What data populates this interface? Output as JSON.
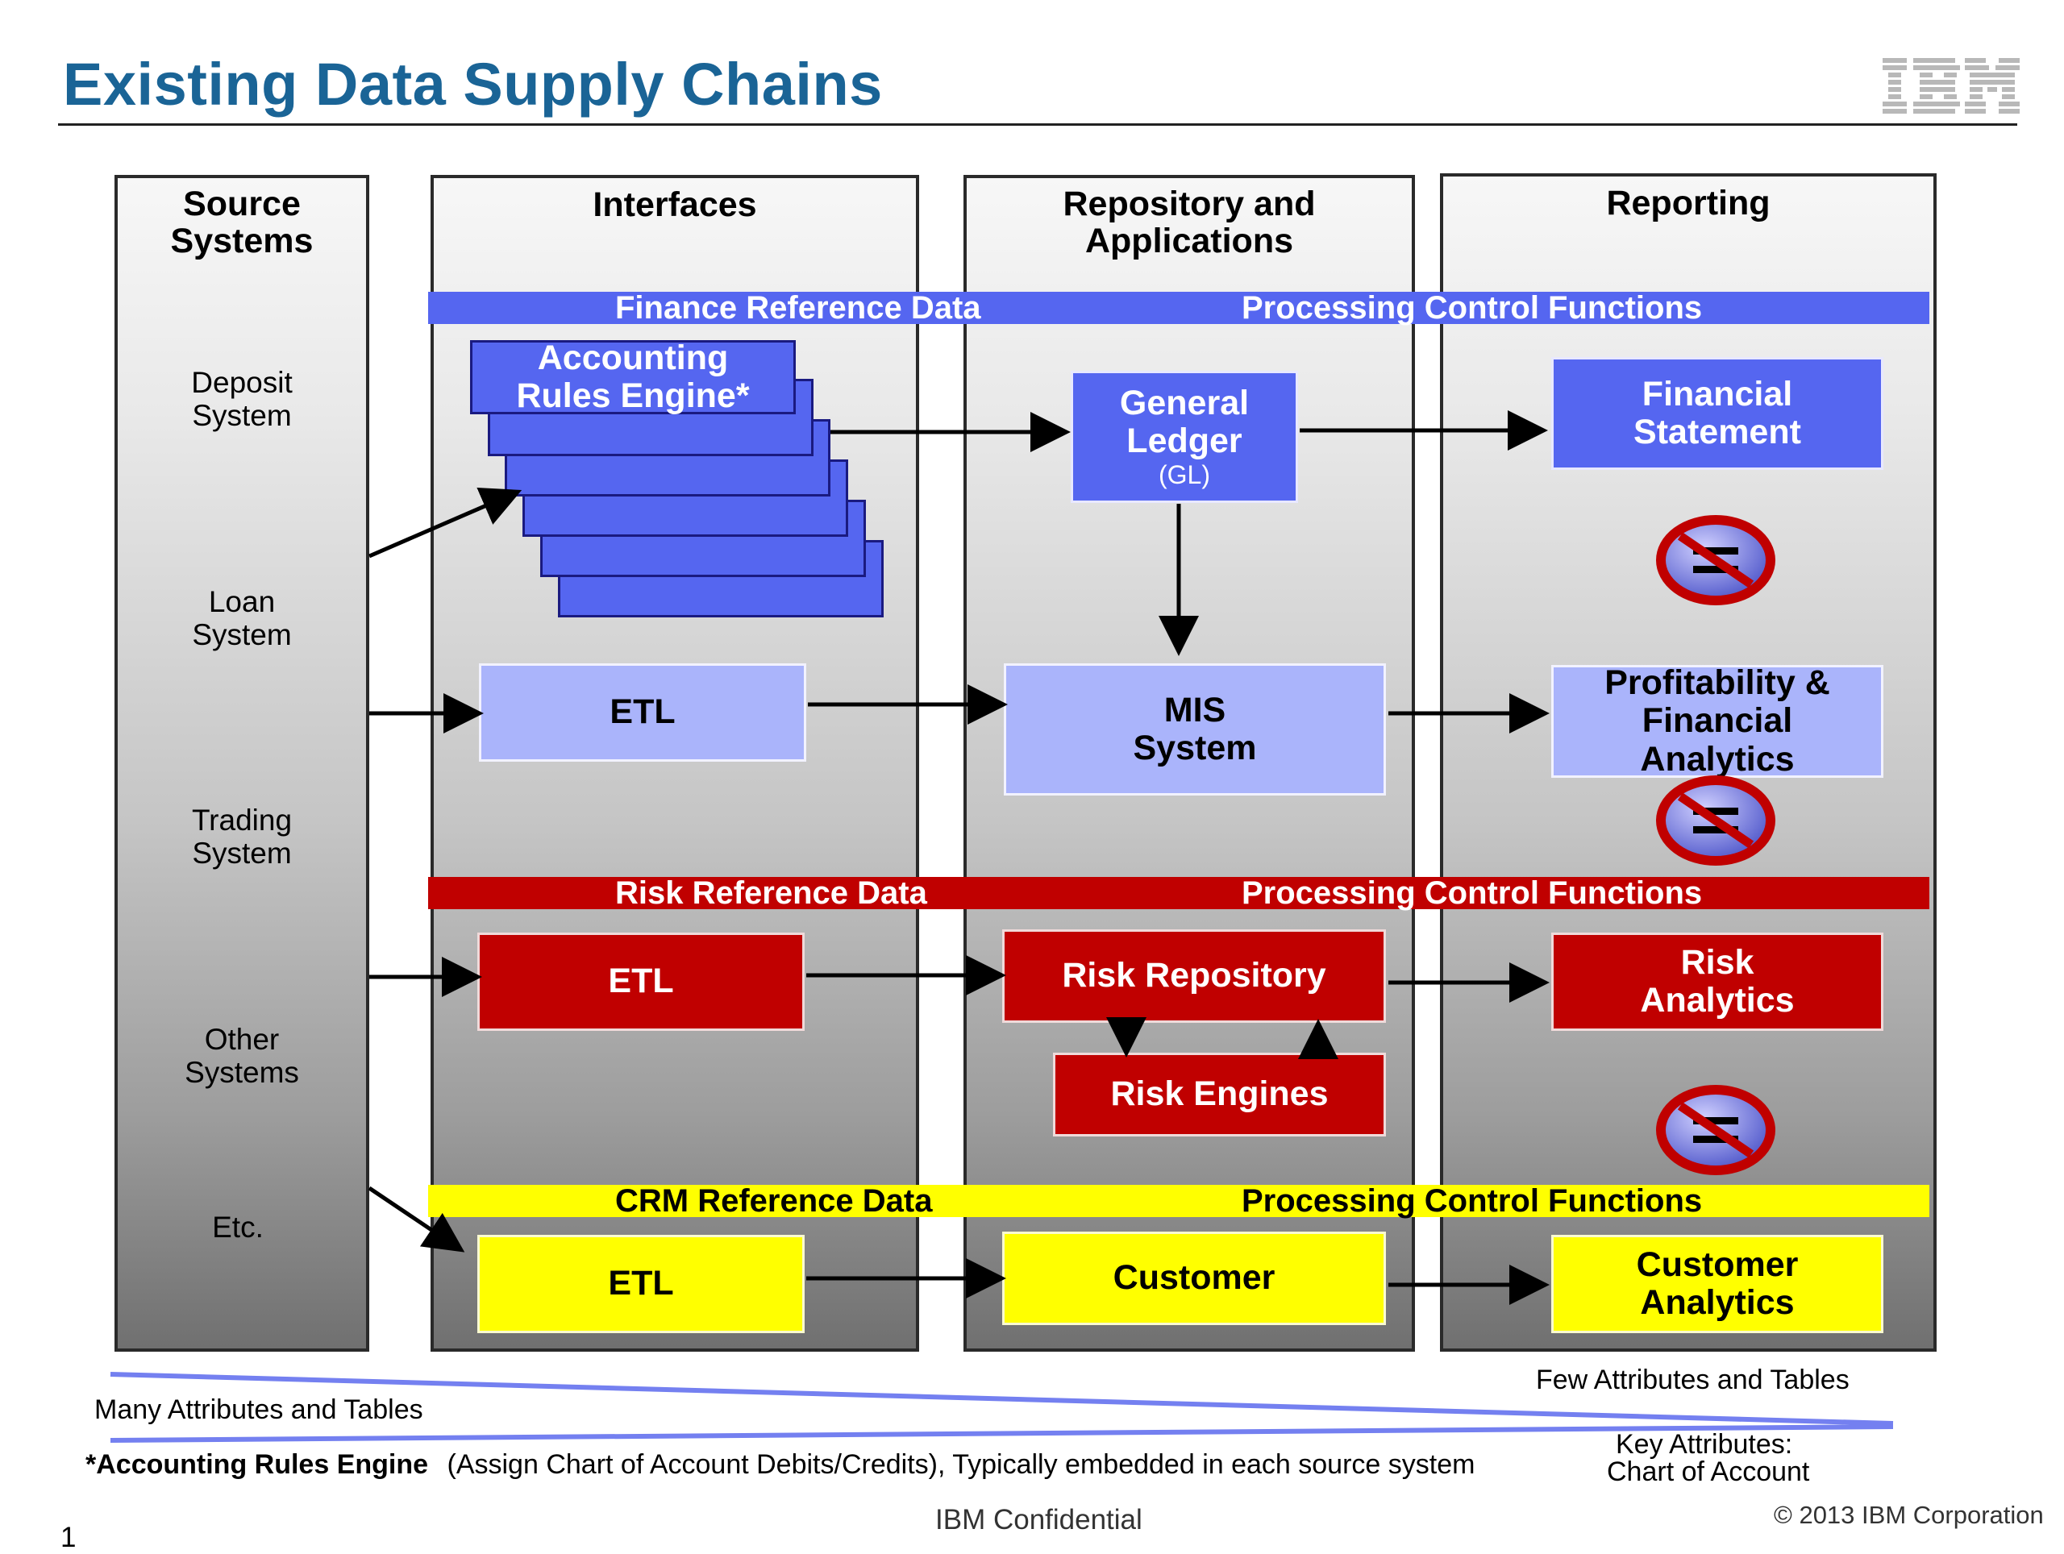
{
  "title": "Existing Data Supply Chains",
  "logo": {
    "text": "IBM"
  },
  "columns": {
    "source": "Source\nSystems",
    "interfaces": "Interfaces",
    "repository": "Repository and\nApplications",
    "reporting": "Reporting"
  },
  "sources": [
    "Deposit\nSystem",
    "Loan\nSystem",
    "Trading\nSystem",
    "Other\nSystems",
    "Etc."
  ],
  "bands": {
    "finance": {
      "left": "Finance Reference Data",
      "right": "Processing Control Functions",
      "color": "#5566f0"
    },
    "risk": {
      "left": "Risk Reference Data",
      "right": "Processing Control Functions",
      "color": "#c00000"
    },
    "crm": {
      "left": "CRM Reference Data",
      "right": "Processing Control Functions",
      "color": "#ffff00"
    }
  },
  "boxes": {
    "accounting_rules_engine": "Accounting\nRules Engine*",
    "general_ledger": "General\nLedger",
    "general_ledger_sub": "(GL)",
    "financial_statement": "Financial\nStatement",
    "etl_finance": "ETL",
    "mis_system": "MIS\nSystem",
    "profitability": "Profitability &\nFinancial\nAnalytics",
    "etl_risk": "ETL",
    "risk_repository": "Risk Repository",
    "risk_engines": "Risk Engines",
    "risk_analytics": "Risk\nAnalytics",
    "etl_crm": "ETL",
    "customer": "Customer",
    "customer_analytics": "Customer\nAnalytics"
  },
  "notes": {
    "few_attributes": "Few Attributes and Tables",
    "many_attributes": "Many Attributes and Tables",
    "key_attributes": "Key Attributes:",
    "chart_of_account": "Chart of Account",
    "footnote_bold": "*Accounting Rules Engine",
    "footnote_rest": "(Assign Chart of  Account Debits/Credits), Typically embedded in each source system"
  },
  "footer": {
    "page_number": "1",
    "confidential": "IBM Confidential",
    "copyright": "© 2013 IBM Corporation"
  },
  "colors": {
    "title": "#1a6496",
    "blue": "#5566f0",
    "light_blue": "#aab4fb",
    "red": "#c00000",
    "yellow": "#ffff00"
  }
}
